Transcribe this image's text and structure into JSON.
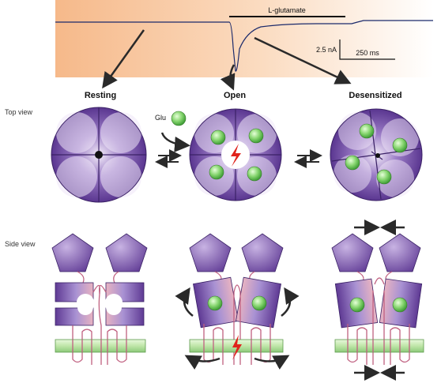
{
  "trace": {
    "agonist_label": "L-glutamate",
    "scale_current": "2.5 nA",
    "scale_time": "250 ms"
  },
  "row_labels": {
    "top": "Top view",
    "side": "Side view"
  },
  "states": {
    "resting": "Resting",
    "open": "Open",
    "desensitized": "Desensitized"
  },
  "ligand_label": "Glu",
  "colors": {
    "trace_bg": "#f7c9a0",
    "receptor_purple": "#6a45a0",
    "ligand_green": "#7ed06a",
    "membrane_green": "#bfe6a8",
    "pore_red": "#e0231c",
    "linker_pink": "#c06080",
    "arrow_dark": "#2a2a2a"
  },
  "icons": [
    "equilibrium-arrows-icon",
    "conformational-arrow-icon",
    "ion-flux-bolt-icon"
  ]
}
